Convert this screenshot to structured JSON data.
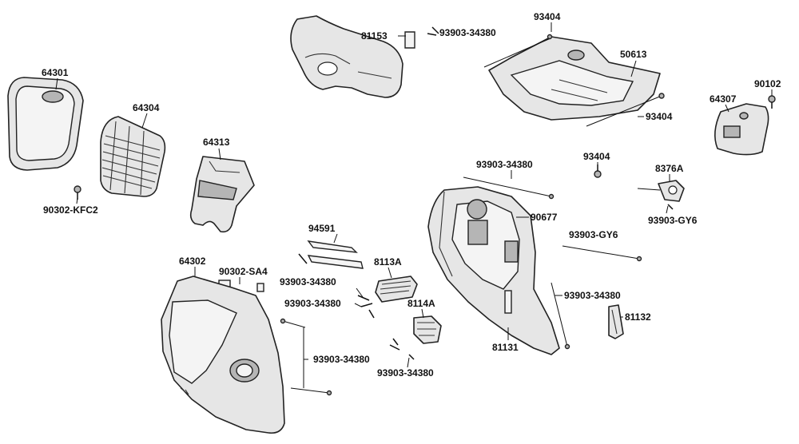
{
  "diagram": {
    "colors": {
      "outline": "#222222",
      "fill": "#e6e6e6",
      "background": "#ffffff"
    },
    "parts": [
      {
        "id": "64301",
        "label": "64301"
      },
      {
        "id": "64304",
        "label": "64304"
      },
      {
        "id": "90302-KFC2",
        "label": "90302-KFC2"
      },
      {
        "id": "64313",
        "label": "64313"
      },
      {
        "id": "81153",
        "label": "81153"
      },
      {
        "id": "93903-34380-a",
        "label": "93903-34380"
      },
      {
        "id": "93404-a",
        "label": "93404"
      },
      {
        "id": "50613",
        "label": "50613"
      },
      {
        "id": "93404-b",
        "label": "93404"
      },
      {
        "id": "90102",
        "label": "90102"
      },
      {
        "id": "64307",
        "label": "64307"
      },
      {
        "id": "93903-34380-b",
        "label": "93903-34380"
      },
      {
        "id": "93404-c",
        "label": "93404"
      },
      {
        "id": "8376A",
        "label": "8376A"
      },
      {
        "id": "90677",
        "label": "90677"
      },
      {
        "id": "93903-GY6-a",
        "label": "93903-GY6"
      },
      {
        "id": "93903-GY6-b",
        "label": "93903-GY6"
      },
      {
        "id": "94591",
        "label": "94591"
      },
      {
        "id": "64302",
        "label": "64302"
      },
      {
        "id": "90302-SA4",
        "label": "90302-SA4"
      },
      {
        "id": "8113A",
        "label": "8113A"
      },
      {
        "id": "93903-34380-c",
        "label": "93903-34380"
      },
      {
        "id": "93903-34380-d",
        "label": "93903-34380"
      },
      {
        "id": "8114A",
        "label": "8114A"
      },
      {
        "id": "93903-34380-e",
        "label": "93903-34380"
      },
      {
        "id": "93903-34380-f",
        "label": "93903-34380"
      },
      {
        "id": "93903-34380-g",
        "label": "93903-34380"
      },
      {
        "id": "81132",
        "label": "81132"
      },
      {
        "id": "81131",
        "label": "81131"
      }
    ]
  }
}
